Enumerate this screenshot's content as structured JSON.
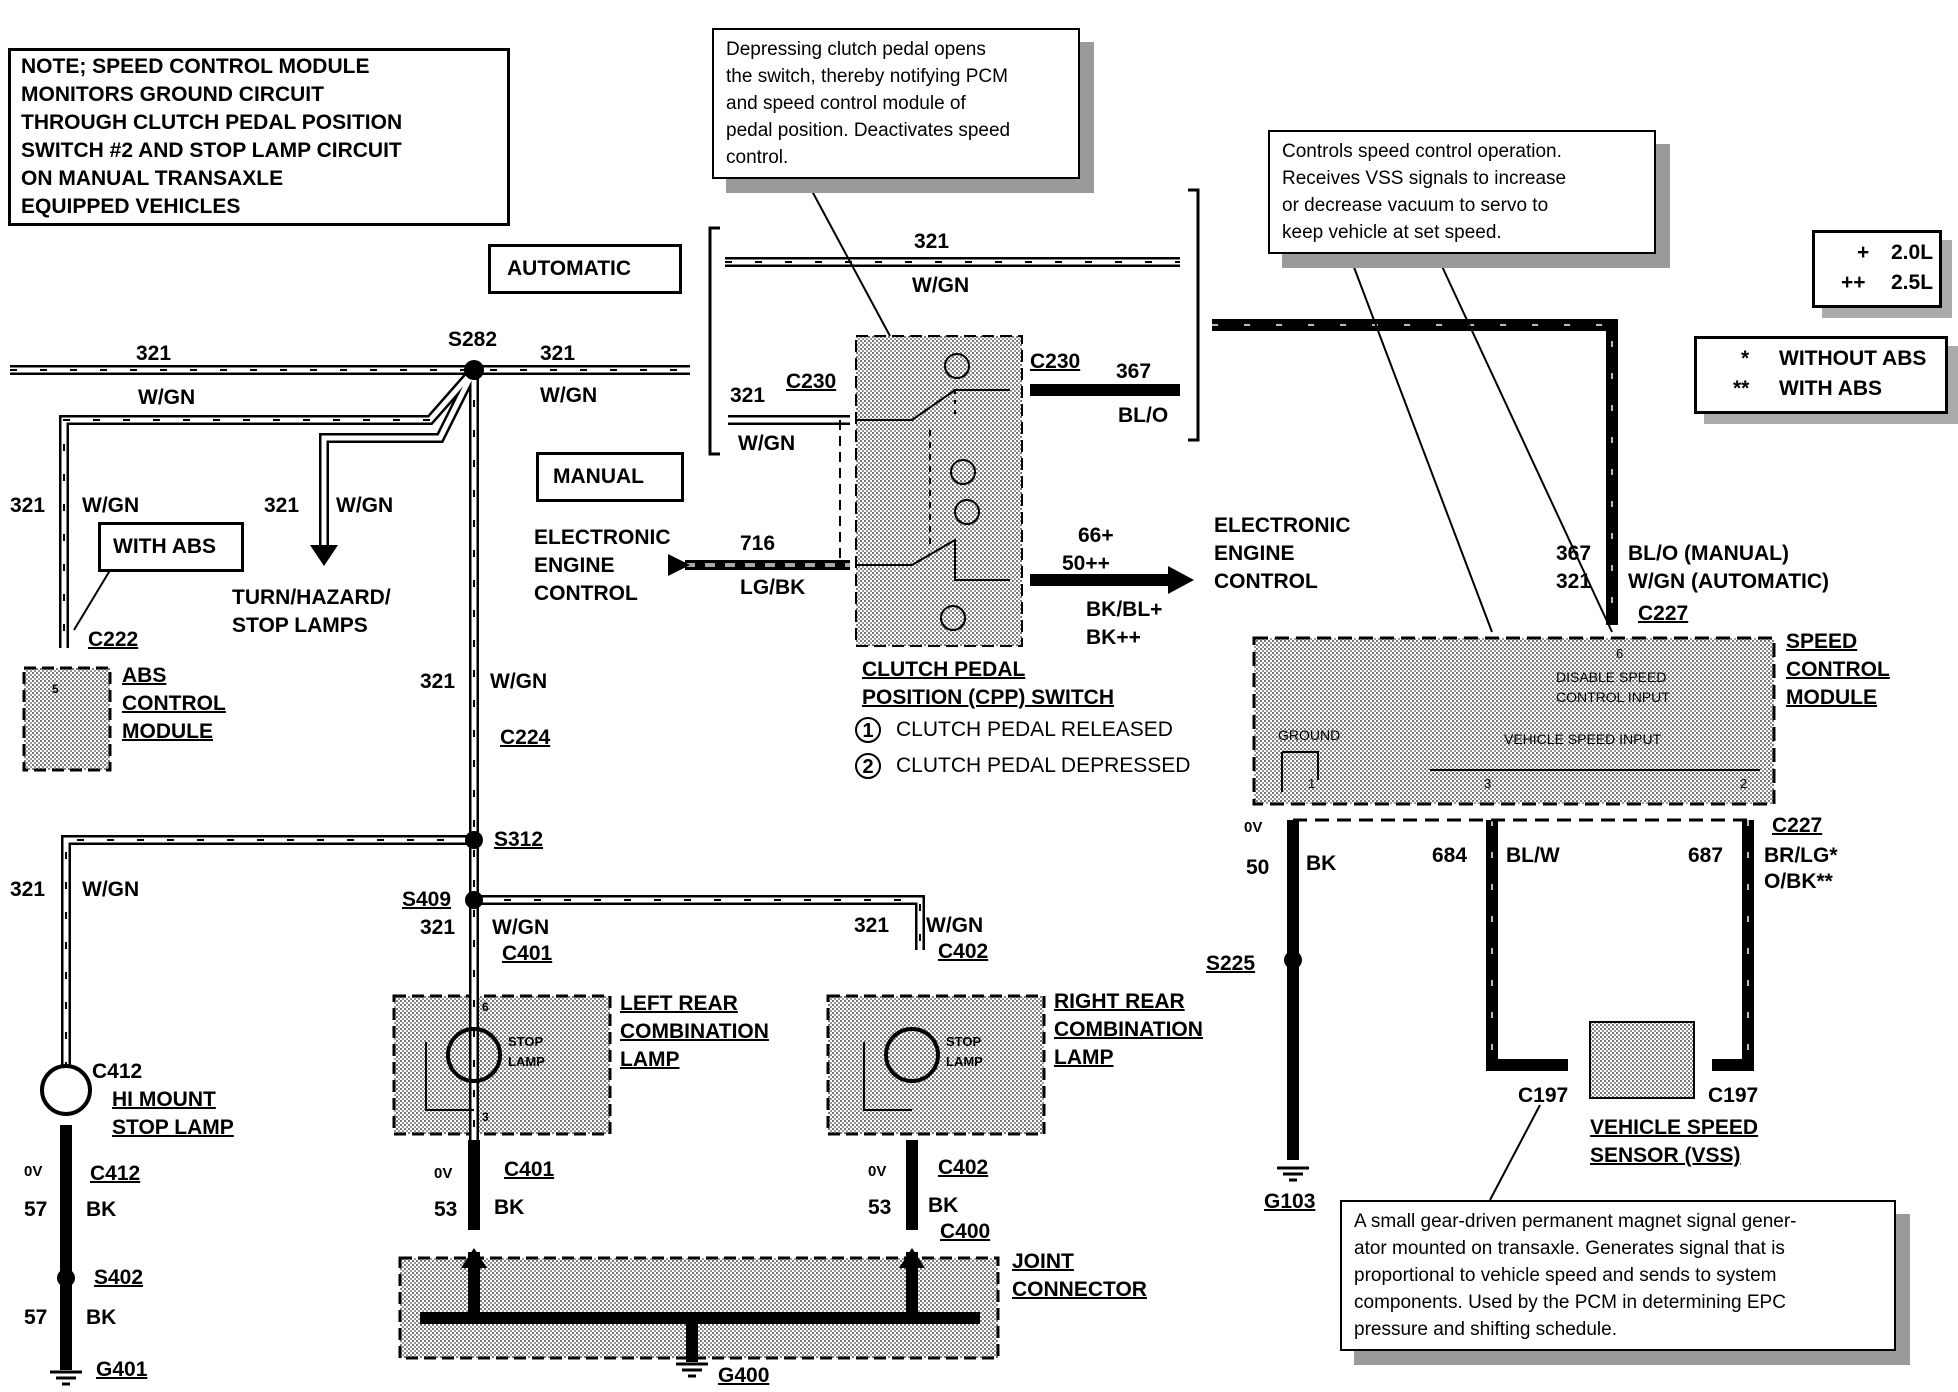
{
  "note": [
    "NOTE; SPEED CONTROL MODULE",
    "MONITORS GROUND CIRCUIT",
    "THROUGH CLUTCH PEDAL POSITION",
    "SWITCH #2 AND STOP LAMP CIRCUIT",
    "ON MANUAL TRANSAXLE",
    "EQUIPPED VEHICLES"
  ],
  "callouts": {
    "clutch": [
      "Depressing clutch pedal opens",
      "the switch, thereby notifying PCM",
      "and speed control module of",
      "pedal position. Deactivates speed",
      "control."
    ],
    "scm": [
      "Controls speed control operation.",
      "Receives VSS signals to increase",
      "or decrease vacuum to servo to",
      "keep vehicle at set speed."
    ],
    "vss": [
      "A small gear-driven permanent magnet signal gener-",
      "ator mounted on transaxle.  Generates signal that is",
      "proportional to vehicle speed and sends to system",
      "components. Used by the PCM in determining EPC",
      "pressure and shifting schedule."
    ]
  },
  "legend_engine": [
    {
      "sym": "+",
      "val": "2.0L"
    },
    {
      "sym": "++",
      "val": "2.5L"
    }
  ],
  "legend_abs": [
    {
      "sym": "*",
      "val": "WITHOUT ABS"
    },
    {
      "sym": "**",
      "val": "WITH ABS"
    }
  ],
  "labels": {
    "automatic": "AUTOMATIC",
    "manual": "MANUAL",
    "with_abs": "WITH ABS",
    "w321": "321",
    "wgn": "W/GN",
    "s282": "S282",
    "c230": "C230",
    "c230b": "C230",
    "c367": "367",
    "blo": "BL/O",
    "eec_left": [
      "ELECTRONIC",
      "ENGINE",
      "CONTROL"
    ],
    "c716": "716",
    "lgbk": "LG/BK",
    "c66": "66+",
    "c50": "50++",
    "bkbl": "BK/BL+",
    "bkpp": "BK++",
    "eec_right": [
      "ELECTRONIC",
      "ENGINE",
      "CONTROL"
    ],
    "cpp": [
      "CLUTCH PEDAL",
      "POSITION (CPP) SWITCH"
    ],
    "released": "CLUTCH PEDAL RELEASED",
    "depressed": "CLUTCH PEDAL DEPRESSED",
    "turn": [
      "TURN/HAZARD/",
      "STOP LAMPS"
    ],
    "c222": "C222",
    "abs": [
      "ABS",
      "CONTROL",
      "MODULE"
    ],
    "c224": "C224",
    "s312": "S312",
    "s409": "S409",
    "c401": "C401",
    "c402": "C402",
    "lrcl": [
      "LEFT REAR",
      "COMBINATION",
      "LAMP"
    ],
    "rrcl": [
      "RIGHT REAR",
      "COMBINATION",
      "LAMP"
    ],
    "stop": "STOP",
    "lamp": "LAMP",
    "c412": "C412",
    "himount": [
      "HI MOUNT",
      "STOP LAMP"
    ],
    "ov": "0V",
    "c57": "57",
    "bk": "BK",
    "s402": "S402",
    "g401": "G401",
    "c53": "53",
    "c400": "C400",
    "joint": [
      "JOINT",
      "CONNECTOR"
    ],
    "g400": "G400",
    "m367": "367",
    "mbo": "BL/O (MANUAL)",
    "m321": "321",
    "mwgn": "W/GN (AUTOMATIC)",
    "c227": "C227",
    "scm": [
      "SPEED",
      "CONTROL",
      "MODULE"
    ],
    "disable": [
      "DISABLE SPEED",
      "CONTROL INPUT"
    ],
    "pin6": "6",
    "ground": "GROUND",
    "vsi": "VEHICLE SPEED INPUT",
    "p1": "1",
    "p3": "3",
    "p2": "2",
    "c50g": "50",
    "c684": "684",
    "blw": "BL/W",
    "c687": "687",
    "brlg": "BR/LG*",
    "obk": "O/BK**",
    "s225": "S225",
    "g103": "G103",
    "c197": "C197",
    "vss": [
      "VEHICLE SPEED",
      "SENSOR (VSS)"
    ],
    "n1": "1",
    "n2": "2",
    "pin5": "5",
    "pin6b": "6",
    "pin3": "3"
  }
}
